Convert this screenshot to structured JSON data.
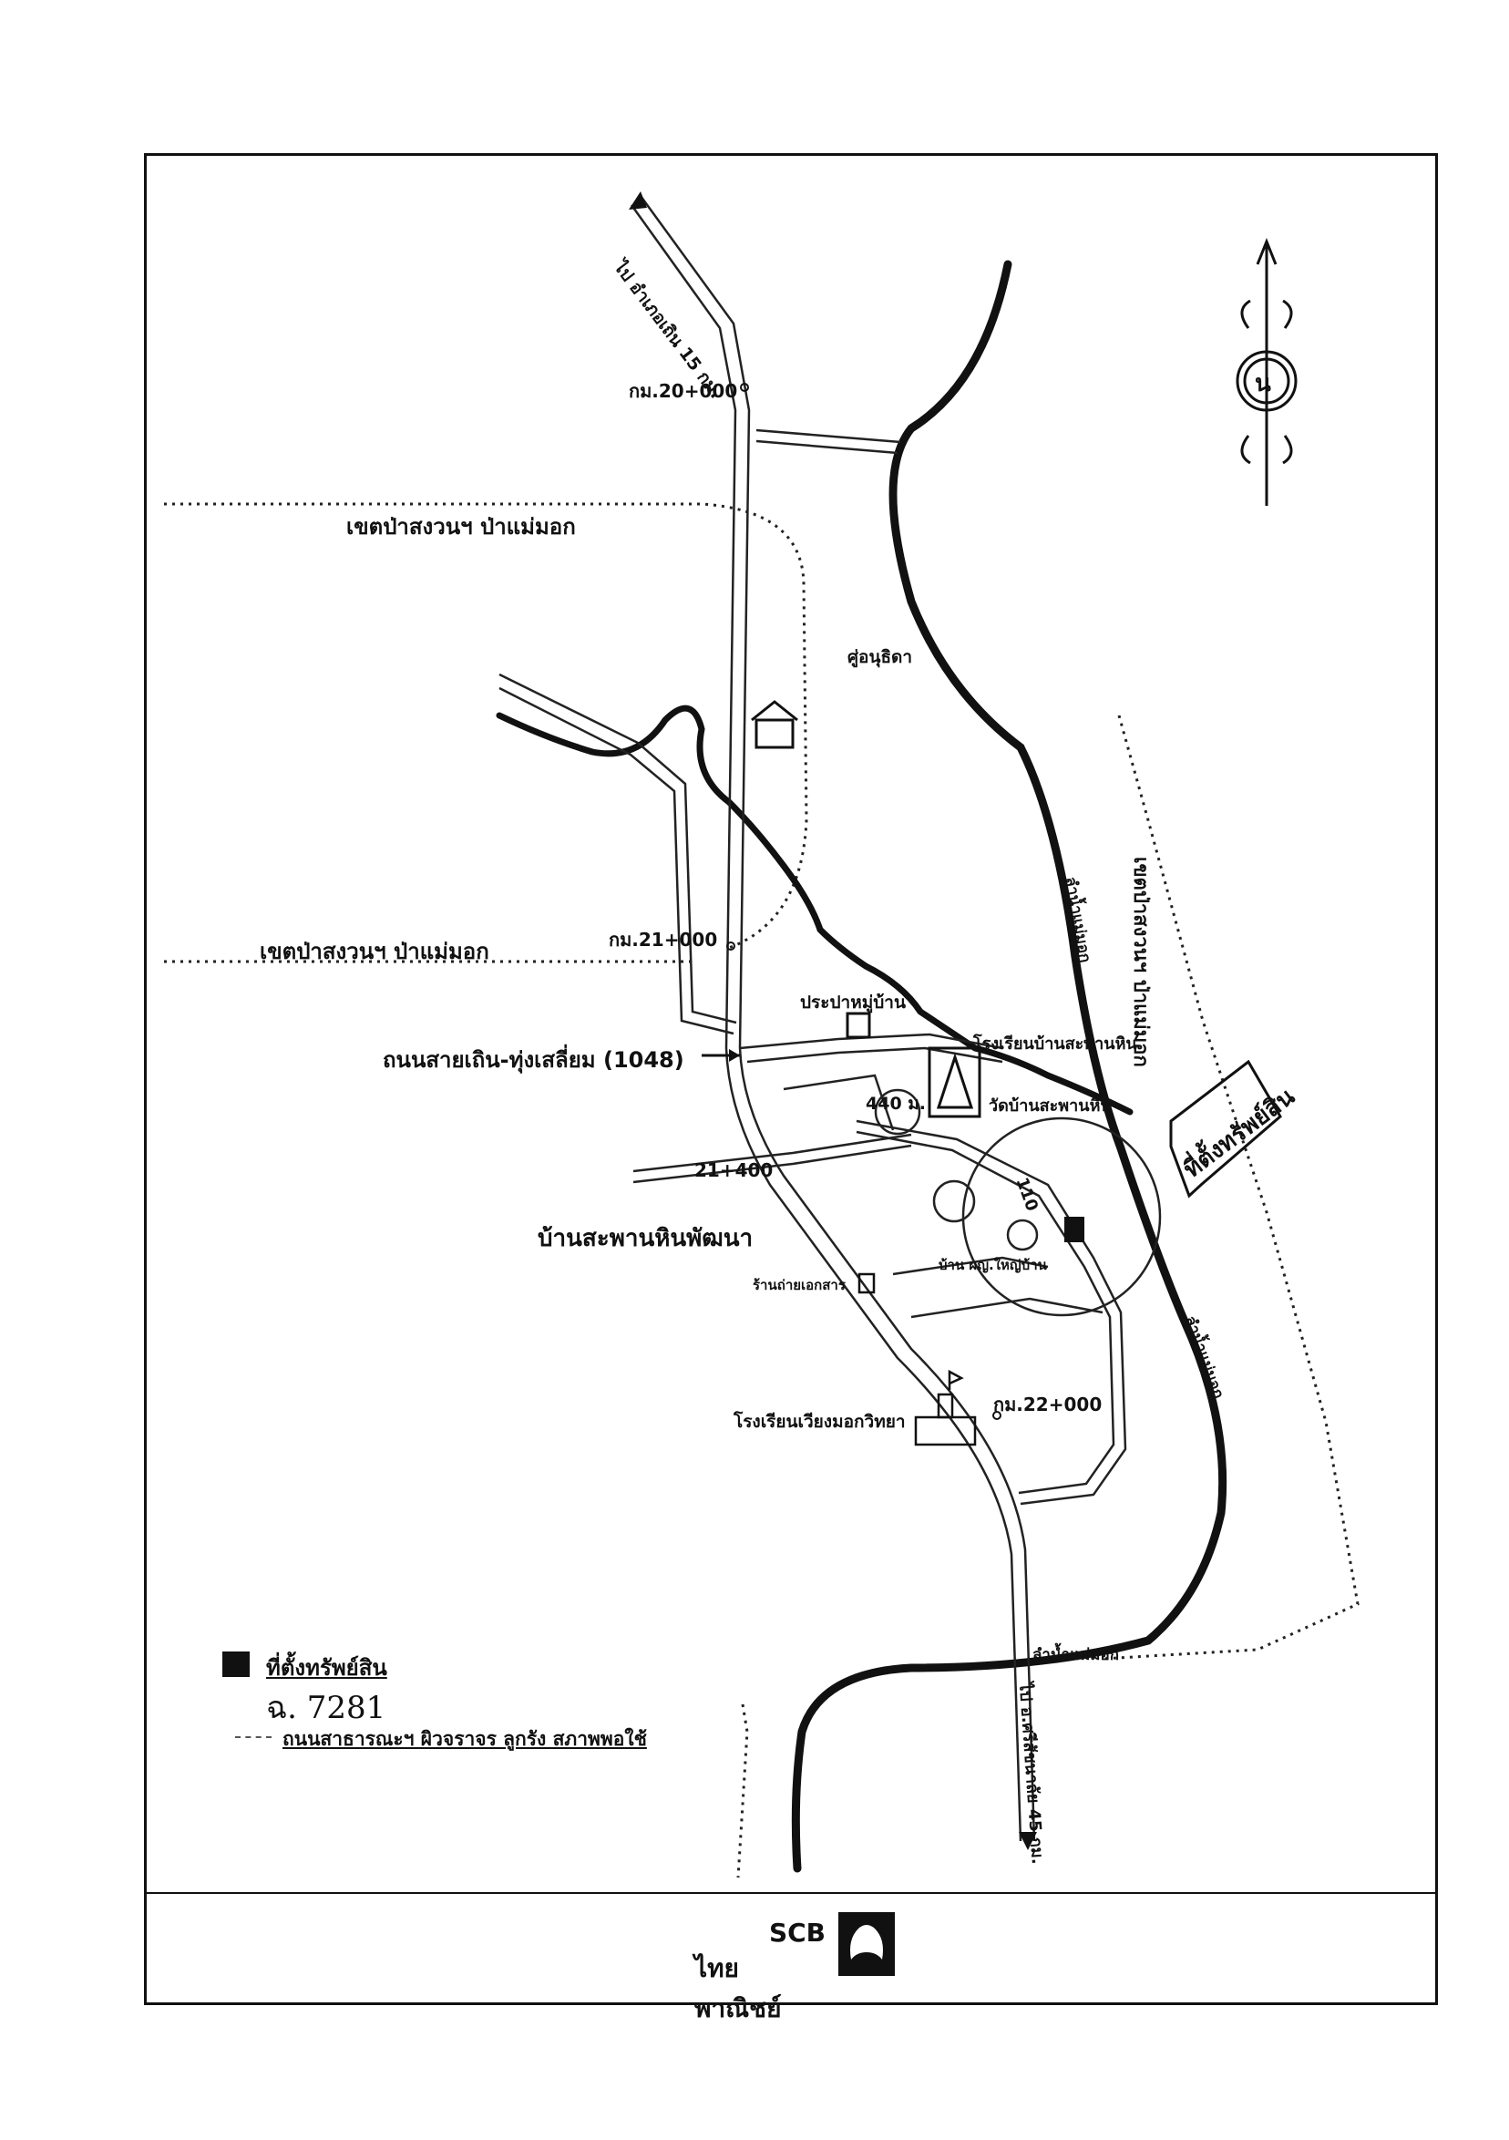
{
  "labels": {
    "to_north": "ไป อำเภอเถิน 15 กม.",
    "km20": "กม.20+000",
    "forest_top": "เขตป่าสงวนฯ ป่าแม่มอก",
    "forest_mid": "เขตป่าสงวนฯ ป่าแม่มอก",
    "forest_right": "เขตป่าสงวนฯ ป่าแม่มอก",
    "pavilion": "ศู่อนุธิดา",
    "km21": "กม.21+000",
    "village_water": "ประปาหมู่บ้าน",
    "school_top": "โรงเรียนบ้านสะพานหิน",
    "road": "ถนนสายเถิน-ทุ่งเสลี่ยม (1048)",
    "dist440": "440 ม.",
    "temple": "วัดบ้านสะพานหิน",
    "km21_400": "21+400",
    "village": "บ้านสะพานหินพัฒนา",
    "dist110": "110",
    "house": "บ้าน ผญ.ใหญ่บ้าน",
    "shop": "ร้านถ่ายเอกสาร",
    "school_bottom": "โรงเรียนเวียงมอกวิทยา",
    "km22": "กม.22+000",
    "property_arrow": "ที่ตั้งทรัพย์สิน",
    "river_top": "ลำน้ำแม่มอก",
    "river_right": "ลำน้ำแม่มอก",
    "river_bottom": "ลำน้ำแม่มอก",
    "to_south": "ไป อ.ศรีสัชนาลัย 45 กม.",
    "north_mark": "น"
  },
  "legend": {
    "property": "ที่ตั้งทรัพย์สิน",
    "deed": "ฉ. 7281",
    "road_desc": "ถนนสาธารณะฯ ผิวจราจร ลูกรัง สภาพพอใช้"
  },
  "brand": {
    "name": "SCB",
    "thai": "ไทยพาณิชย์"
  },
  "colors": {
    "ink": "#111111",
    "paper": "#ffffff"
  },
  "icons": [
    "north-arrow-icon",
    "pavilion-icon",
    "water-tank-icon",
    "temple-icon",
    "property-marker-icon",
    "shop-icon",
    "school-icon",
    "scb-logo-icon"
  ]
}
